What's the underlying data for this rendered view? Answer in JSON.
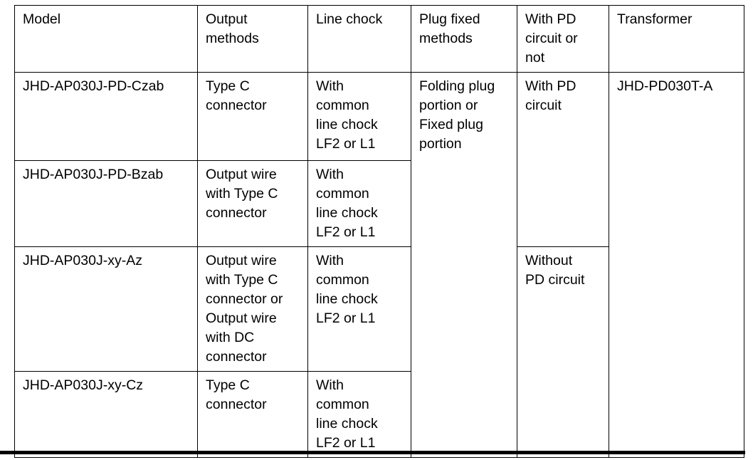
{
  "table": {
    "headers": [
      "Model",
      "Output\nmethods",
      "Line chock",
      "Plug fixed\nmethods",
      "With PD\ncircuit or\nnot",
      "Transformer"
    ],
    "rows": [
      {
        "model": "JHD-AP030J-PD-Czab",
        "output_method": "Type C\nconnector",
        "line_chock": "With\ncommon\nline chock\nLF2 or L1"
      },
      {
        "model": "JHD-AP030J-PD-Bzab",
        "output_method": "Output wire\nwith Type C\nconnector",
        "line_chock": "With\ncommon\nline chock\nLF2 or L1"
      },
      {
        "model": "JHD-AP030J-xy-Az",
        "output_method": "Output wire\nwith Type C\nconnector or\nOutput wire\nwith DC\nconnector",
        "line_chock": "With\ncommon\nline chock\nLF2 or L1"
      },
      {
        "model": "JHD-AP030J-xy-Cz",
        "output_method": "Type C\nconnector",
        "line_chock": "With\ncommon\nline chock\nLF2 or L1"
      }
    ],
    "merged_cells": {
      "plug_fixed_methods": "Folding plug\nportion or\nFixed plug\nportion",
      "with_pd_circuit": "With PD\ncircuit",
      "without_pd_circuit": "Without\nPD circuit",
      "transformer": "JHD-PD030T-A"
    }
  },
  "colors": {
    "background": "#ffffff",
    "border": "#000000",
    "text": "#000000"
  }
}
